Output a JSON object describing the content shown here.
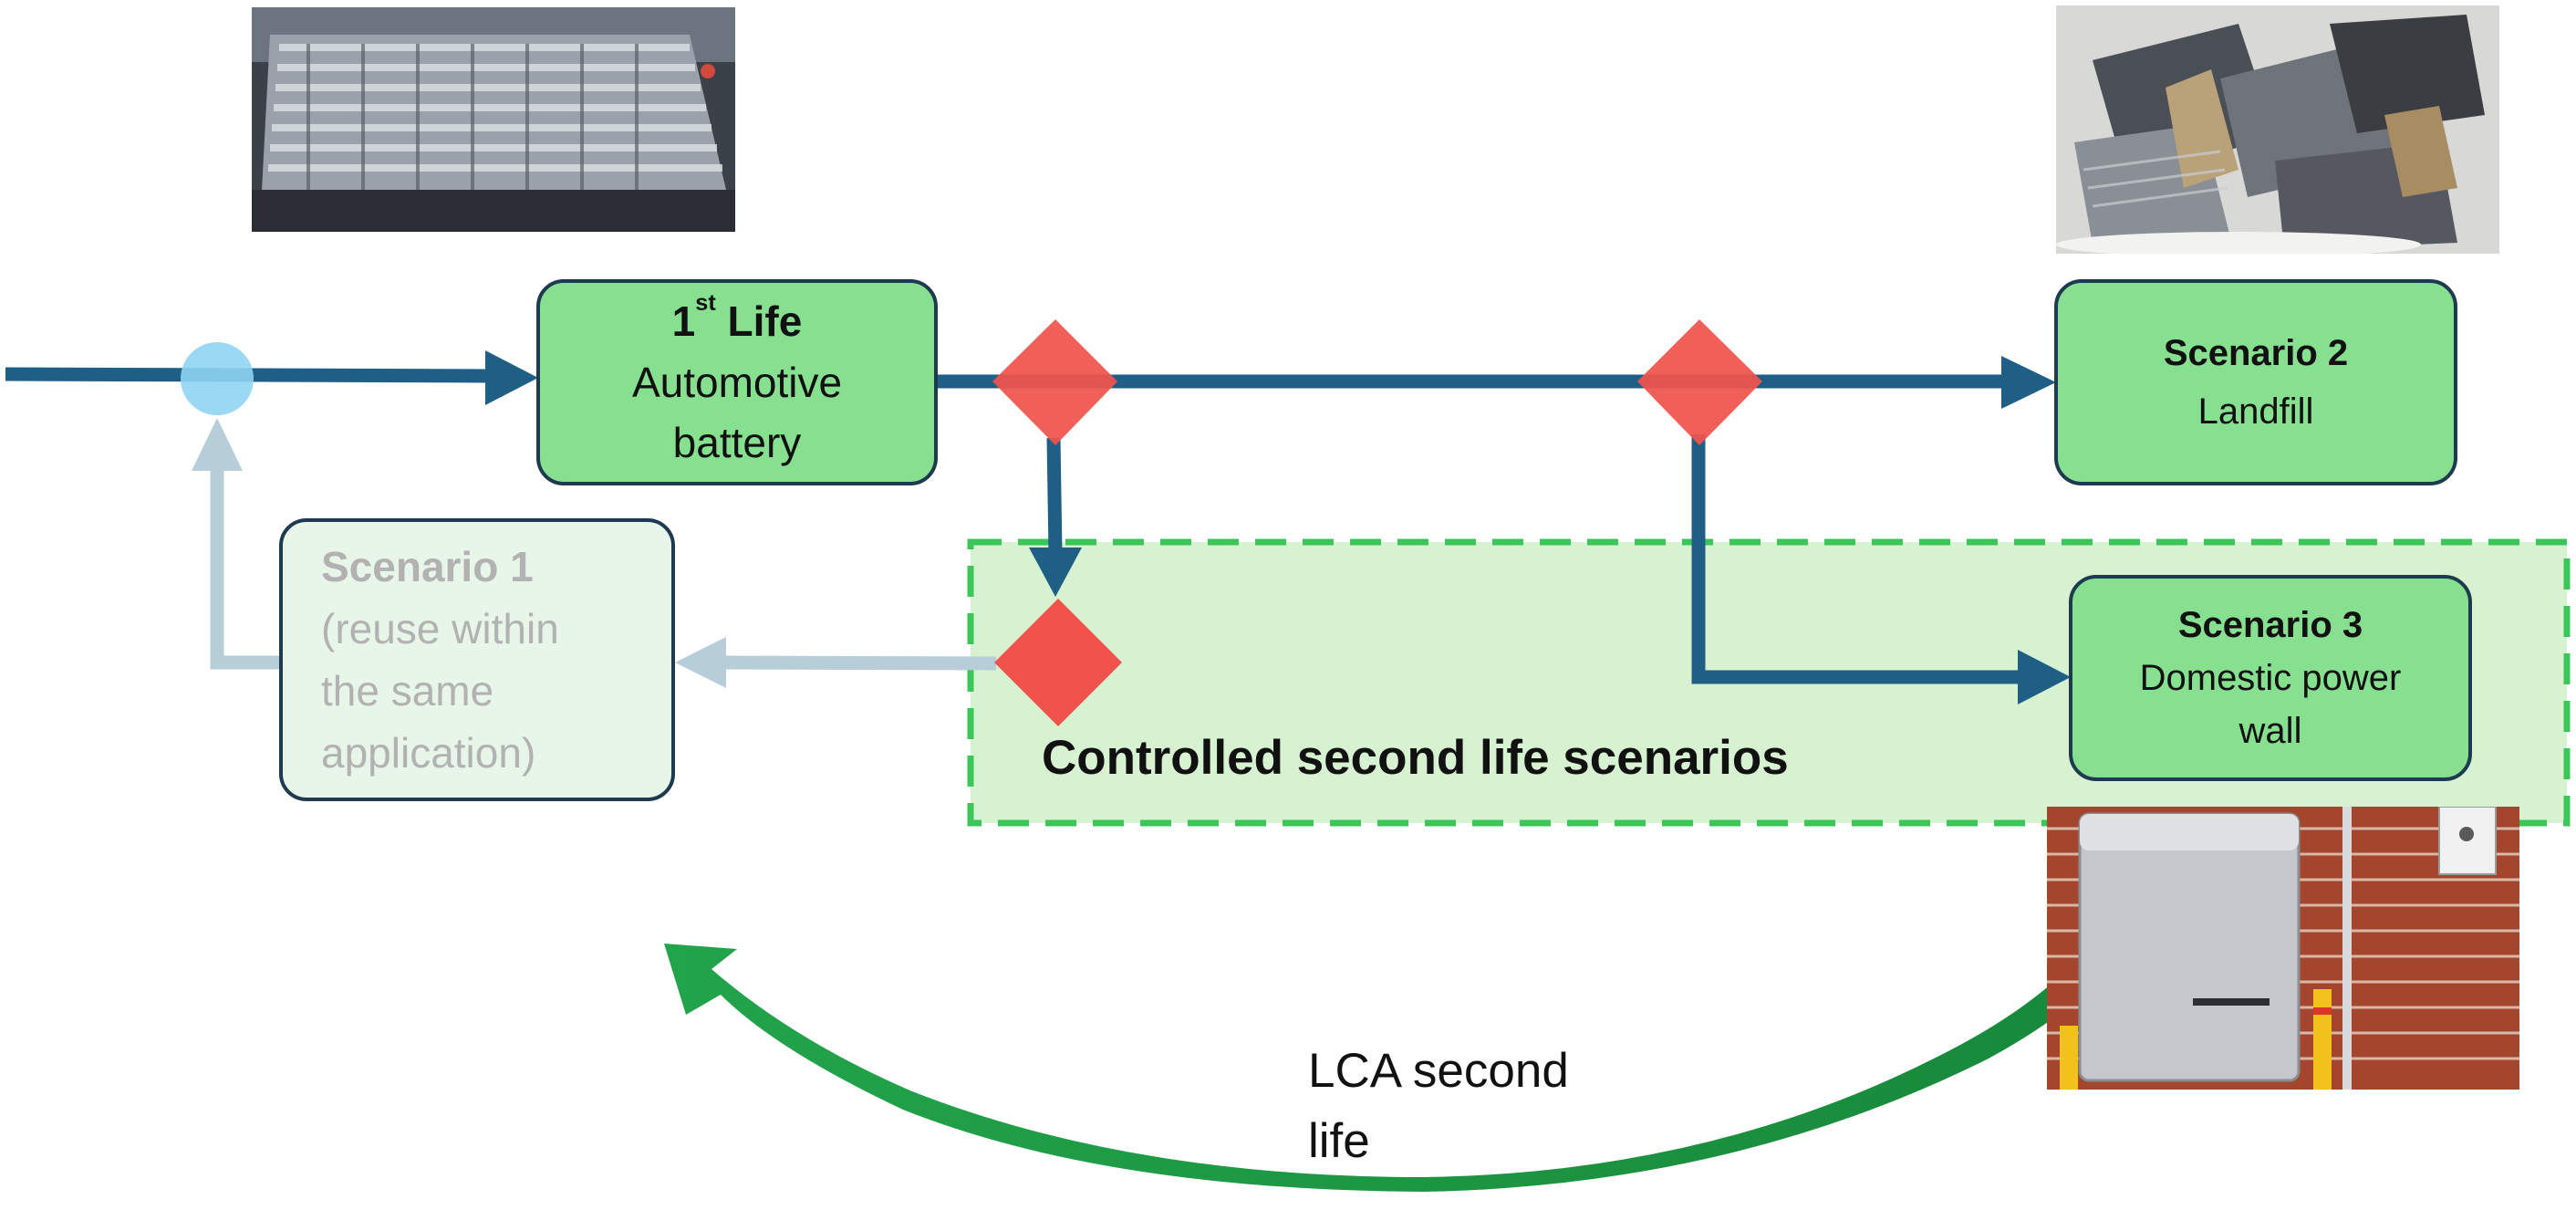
{
  "nodes": {
    "first_life": {
      "title": "1",
      "title_sup": "st",
      "title_rest": " Life",
      "line2": "Automotive",
      "line3": "battery"
    },
    "scenario2": {
      "title": "Scenario 2",
      "line2": "Landfill"
    },
    "scenario3": {
      "title": "Scenario 3",
      "line2": "Domestic power",
      "line3": "wall"
    },
    "scenario1": {
      "title": "Scenario 1",
      "line2": "(reuse within",
      "line3": "the same",
      "line4": "application)"
    }
  },
  "region": {
    "label": "Controlled second life scenarios"
  },
  "lca": {
    "label_line1": "LCA second",
    "label_line2": "life"
  },
  "colors": {
    "flow_arrow": "#1f5f86",
    "faded_arrow": "#b7cdd8",
    "decision_diamond": "#f0534c",
    "node_fill": "#86e08f",
    "node_border": "#1e3a4f",
    "region_fill": "#d6f2d0",
    "region_border": "#3cc65a",
    "junction": "#8fd4f3",
    "lca_arrow": "#1f9d45"
  },
  "images": {
    "top_left": "battery-cells-photo",
    "top_right": "scrap-battery-photo",
    "bottom_right": "home-power-wall-photo"
  }
}
